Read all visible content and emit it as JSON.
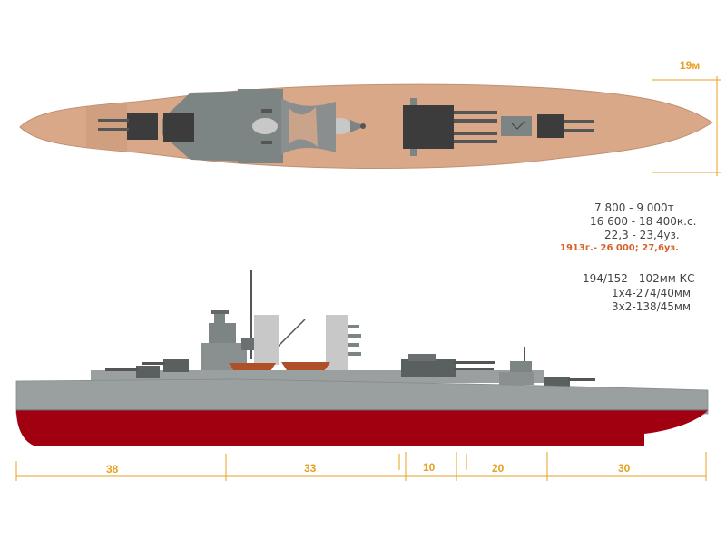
{
  "beam_label": "19м",
  "specs": {
    "displacement": "7 800 - 9 000т",
    "power": "16 600 - 18 400к.с.",
    "speed": "22,3 - 23,4уз.",
    "refit": "1913г.- 26 000; 27,6уз.",
    "armor": "194/152 - 102мм КС",
    "main_guns": "1х4-274/40мм",
    "secondary_guns": "3х2-138/45мм"
  },
  "length_segments": [
    "38",
    "33",
    "10",
    "20",
    "30"
  ],
  "colors": {
    "deck": "#d8a888",
    "superstructure": "#7c8484",
    "hull_gray": "#9aa0a0",
    "hull_red": "#a00010",
    "dimension": "#e8a020",
    "highlight": "#d4622a"
  }
}
